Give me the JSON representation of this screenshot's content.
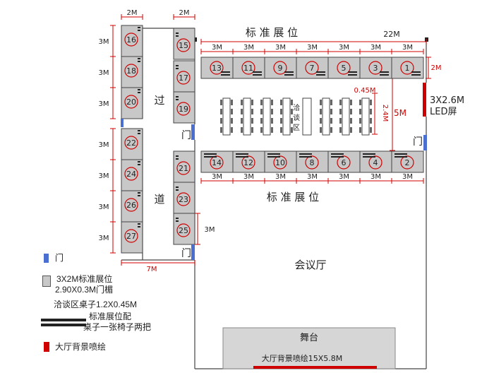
{
  "plan": {
    "top_label": "标 准 展 位",
    "bottom_label": "标 准 展 位",
    "width_label": "22M",
    "depth_label": "2M",
    "gap_label": "5M",
    "height_label": "2.4M",
    "gap_small_label": "0.45M",
    "led_label": "3X2.6M\nLED屏",
    "hall_label": "会议厅",
    "corridor_top": "过",
    "corridor_bottom": "道",
    "door_label": "门",
    "negotiation_label": "洽谈区",
    "stage_label": "舞台",
    "backdrop_label": "大厅背景喷绘15X5.8M",
    "booth_width_label": "3M",
    "corridor_width_label": "7M",
    "column_width_label": "2M"
  },
  "booths": {
    "top_row": [
      "13",
      "11",
      "9",
      "7",
      "5",
      "3",
      "1"
    ],
    "bottom_row": [
      "14",
      "12",
      "10",
      "8",
      "6",
      "4",
      "2"
    ],
    "left_column": [
      "16",
      "18",
      "20",
      "22",
      "24",
      "26",
      "27"
    ],
    "right_column": [
      "15",
      "17",
      "19",
      "21",
      "23",
      "25"
    ]
  },
  "legend": {
    "door": "门",
    "booth": "3X2M标准展位\n2.90X0.3M门楣",
    "table": "洽谈区桌子1.2X0.45M",
    "desk": "标准展位配\n桌子一张椅子两把",
    "backdrop": "大厅背景喷绘"
  },
  "colors": {
    "booth_fill": "#c8c8c8",
    "booth_stroke": "#444444",
    "number_stroke": "#d00000",
    "dimension": "#d00000",
    "door": "#4a6fd0",
    "backdrop": "#d00000",
    "stage_fill": "#d6d6d6"
  }
}
